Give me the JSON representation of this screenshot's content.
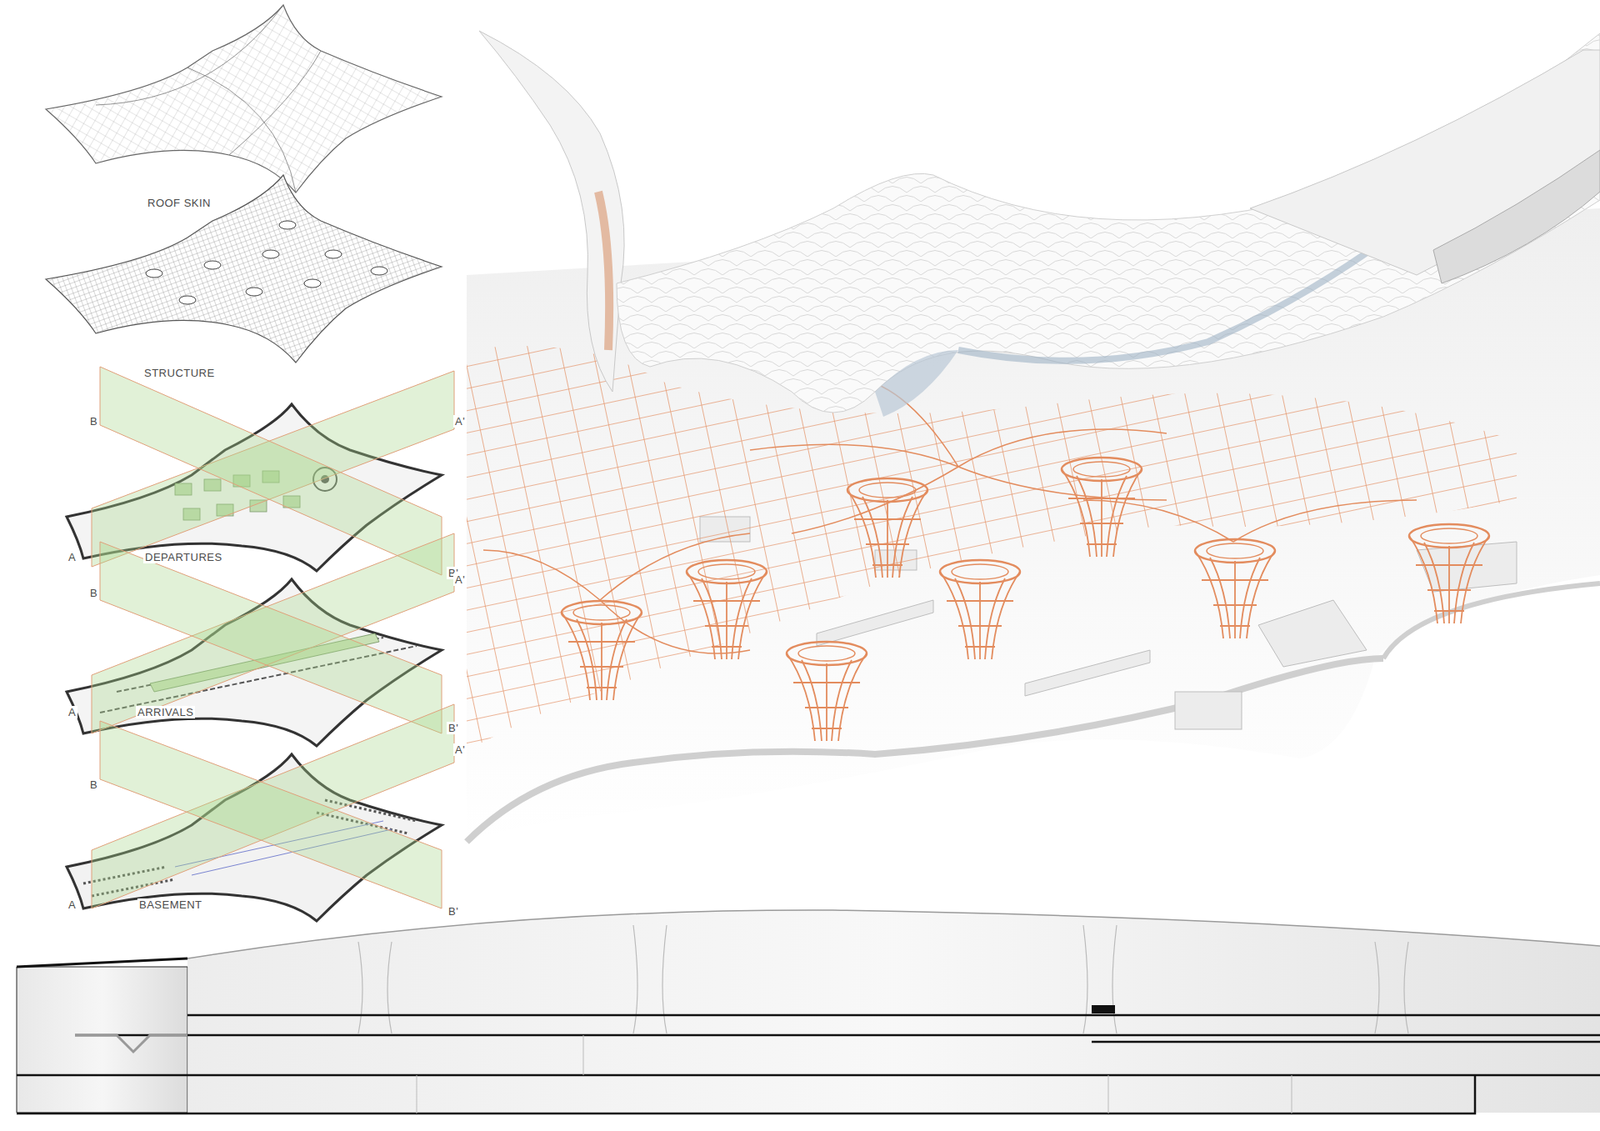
{
  "diagram": {
    "labels": [
      "ROOF SKIN",
      "STRUCTURE",
      "B",
      "A'",
      "A",
      "DEPARTURES",
      "B'",
      "B",
      "A'",
      "A",
      "ARRIVALS",
      "B'",
      "B",
      "A'",
      "A",
      "BASEMENT",
      "B'"
    ]
  }
}
